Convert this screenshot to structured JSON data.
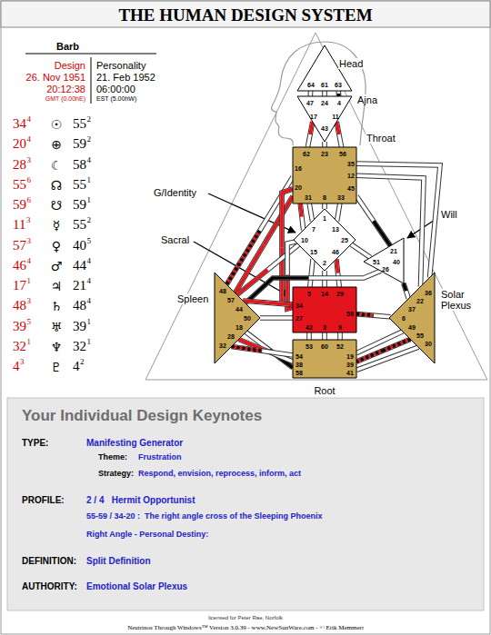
{
  "diagram": {
    "title": "THE HUMAN DESIGN SYSTEM",
    "nodes": [
      {
        "text": [
          "64",
          "61",
          "63"
        ]
      },
      {
        "text": [
          "47",
          "24",
          "4",
          "17",
          "43",
          "11"
        ]
      },
      {
        "text": [
          "62",
          "23",
          "56",
          "16",
          "35",
          "12",
          "20",
          "45",
          "31",
          "8",
          "33"
        ]
      },
      {
        "text": [
          "1",
          "7",
          "13",
          "10",
          "25",
          "15",
          "46",
          "2"
        ]
      },
      {
        "text": [
          "21",
          "51",
          "26",
          "40"
        ]
      },
      {
        "text": [
          "48",
          "57",
          "44",
          "50",
          "18",
          "28",
          "32"
        ]
      },
      {
        "text": [
          "5",
          "14",
          "29",
          "34",
          "27",
          "59",
          "42",
          "3",
          "9"
        ]
      },
      {
        "text": [
          "36",
          "22",
          "37",
          "6",
          "49",
          "55",
          "30"
        ]
      },
      {
        "text": [
          "53",
          "60",
          "52",
          "54",
          "38",
          "58",
          "19",
          "39",
          "41"
        ]
      }
    ],
    "edges": [
      {
        "from": 0,
        "to": 1,
        "arrow": "none"
      },
      {
        "from": 0,
        "to": 1,
        "arrow": "none"
      },
      {
        "from": 0,
        "to": 1,
        "arrow": "none"
      },
      {
        "from": 1,
        "to": 2,
        "arrow": "none"
      },
      {
        "from": 1,
        "to": 2,
        "arrow": "none"
      },
      {
        "from": 1,
        "to": 2,
        "arrow": "none"
      },
      {
        "from": 2,
        "to": 3,
        "arrow": "none"
      },
      {
        "from": 2,
        "to": 3,
        "arrow": "none"
      },
      {
        "from": 2,
        "to": 3,
        "arrow": "none"
      },
      {
        "from": 2,
        "to": 3,
        "arrow": "none"
      },
      {
        "from": 2,
        "to": 4,
        "arrow": "none"
      },
      {
        "from": 2,
        "to": 5,
        "arrow": "none"
      },
      {
        "from": 2,
        "to": 5,
        "arrow": "none"
      },
      {
        "from": 2,
        "to": 6,
        "arrow": "none"
      },
      {
        "from": 2,
        "to": 7,
        "arrow": "none"
      },
      {
        "from": 2,
        "to": 7,
        "arrow": "none"
      },
      {
        "from": 3,
        "to": 4,
        "arrow": "none"
      },
      {
        "from": 3,
        "to": 5,
        "arrow": "none"
      },
      {
        "from": 3,
        "to": 6,
        "arrow": "none"
      },
      {
        "from": 3,
        "to": 6,
        "arrow": "none"
      },
      {
        "from": 3,
        "to": 6,
        "arrow": "none"
      },
      {
        "from": 3,
        "to": 6,
        "arrow": "none"
      },
      {
        "from": 4,
        "to": 5,
        "arrow": "none"
      },
      {
        "from": 4,
        "to": 7,
        "arrow": "none"
      },
      {
        "from": 5,
        "to": 6,
        "arrow": "none"
      },
      {
        "from": 5,
        "to": 6,
        "arrow": "none"
      },
      {
        "from": 5,
        "to": 8,
        "arrow": "none"
      },
      {
        "from": 5,
        "to": 8,
        "arrow": "none"
      },
      {
        "from": 5,
        "to": 8,
        "arrow": "none"
      },
      {
        "from": 6,
        "to": 7,
        "arrow": "none"
      },
      {
        "from": 6,
        "to": 8,
        "arrow": "none"
      },
      {
        "from": 6,
        "to": 8,
        "arrow": "none"
      },
      {
        "from": 6,
        "to": 8,
        "arrow": "none"
      },
      {
        "from": 7,
        "to": 8,
        "arrow": "none"
      },
      {
        "from": 7,
        "to": 8,
        "arrow": "none"
      },
      {
        "from": 7,
        "to": 8,
        "arrow": "none"
      }
    ],
    "labels": [
      "Barb",
      "Design",
      "Personality",
      "26. Nov 1951",
      "21. Feb 1952",
      "20:12:38",
      "06:00:00",
      "GMT (0.00hE)",
      "EST (5.00hW)",
      "34",
      "4",
      "☉",
      "55",
      "2",
      "20",
      "4",
      "⊕",
      "59",
      "2",
      "28",
      "3",
      "☾",
      "58",
      "4",
      "55",
      "6",
      "☊",
      "55",
      "1",
      "59",
      "6",
      "☋",
      "59",
      "1",
      "11",
      "3",
      "☿",
      "55",
      "2",
      "57",
      "3",
      "♀",
      "40",
      "5",
      "46",
      "4",
      "♂",
      "44",
      "4",
      "17",
      "1",
      "♃",
      "21",
      "4",
      "48",
      "3",
      "♄",
      "48",
      "4",
      "39",
      "5",
      "♅",
      "39",
      "1",
      "32",
      "1",
      "♆",
      "32",
      "1",
      "4",
      "3",
      "♇",
      "4",
      "2",
      "Head",
      "Ajna",
      "Throat",
      "G/Identity",
      "Will",
      "Sacral",
      "Spleen",
      "Solar Plexus",
      "Root",
      "Your Individual Design Keynotes",
      "TYPE:",
      "Manifesting Generator",
      "Theme:",
      "Frustration",
      "Strategy:",
      "Respond, envision, reprocess, inform, act",
      "PROFILE:",
      "2 / 4   Hermit Opportunist",
      "55-59 / 34-20 :  The right angle cross of the Sleeping Phoenix",
      "Right Angle - Personal Destiny:",
      "DEFINITION:",
      "Split Definition",
      "AUTHORITY:",
      "Emotional Solar Plexus",
      "licensed for Peter Rae, Norfolk",
      "Neutrinos Through Windows™ Version 3.0.39 - www.NewSunWare.com - © Erik Memmert"
    ]
  }
}
